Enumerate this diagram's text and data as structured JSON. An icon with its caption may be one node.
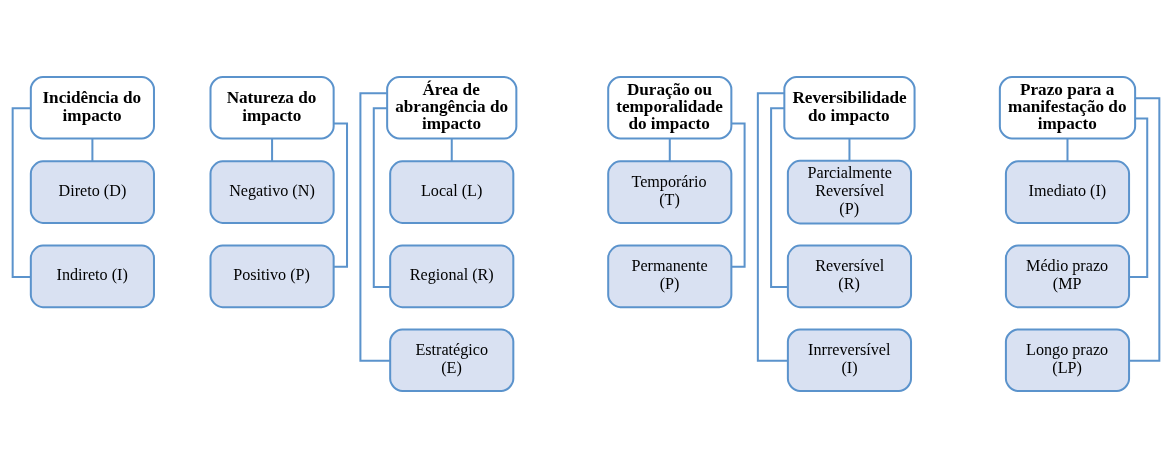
{
  "diagram": {
    "nodes": [
      {
        "text": [
          "Incidência do impacto"
        ]
      },
      {
        "text": [
          "Direto (D)"
        ]
      },
      {
        "text": [
          "Indireto (I)"
        ]
      },
      {
        "text": [
          "Natureza do impacto"
        ]
      },
      {
        "text": [
          "Negativo (N)"
        ]
      },
      {
        "text": [
          "Positivo (P)"
        ]
      },
      {
        "text": [
          "Área de abrangência do impacto"
        ]
      },
      {
        "text": [
          "Local (L)"
        ]
      },
      {
        "text": [
          "Regional (R)"
        ]
      },
      {
        "text": [
          "Estratégico (E)"
        ]
      },
      {
        "text": [
          "Duração ou temporalidade do impacto"
        ]
      },
      {
        "text": [
          "Temporário (T)"
        ]
      },
      {
        "text": [
          "Permanente (P)"
        ]
      },
      {
        "text": [
          "Reversibilidade do impacto"
        ]
      },
      {
        "text": [
          "Parcialmente Reversível (P)"
        ]
      },
      {
        "text": [
          "Reversível (R)"
        ]
      },
      {
        "text": [
          "Inrreversível (I)"
        ]
      },
      {
        "text": [
          "Prazo para a manifestação do impacto"
        ]
      },
      {
        "text": [
          "Imediato (I)"
        ]
      },
      {
        "text": [
          "Médio prazo (MP"
        ]
      },
      {
        "text": [
          "Longo prazo (LP)"
        ]
      }
    ],
    "edges": [
      {
        "from": 0,
        "to": 1,
        "arrow": "none"
      },
      {
        "from": 0,
        "to": 2,
        "arrow": "none"
      },
      {
        "from": 3,
        "to": 4,
        "arrow": "none"
      },
      {
        "from": 3,
        "to": 5,
        "arrow": "none"
      },
      {
        "from": 6,
        "to": 7,
        "arrow": "none"
      },
      {
        "from": 6,
        "to": 8,
        "arrow": "none"
      },
      {
        "from": 6,
        "to": 9,
        "arrow": "none"
      },
      {
        "from": 10,
        "to": 11,
        "arrow": "none"
      },
      {
        "from": 10,
        "to": 12,
        "arrow": "none"
      },
      {
        "from": 13,
        "to": 14,
        "arrow": "none"
      },
      {
        "from": 13,
        "to": 15,
        "arrow": "none"
      },
      {
        "from": 13,
        "to": 16,
        "arrow": "none"
      },
      {
        "from": 17,
        "to": 18,
        "arrow": "none"
      },
      {
        "from": 17,
        "to": 19,
        "arrow": "none"
      },
      {
        "from": 17,
        "to": 20,
        "arrow": "none"
      }
    ]
  }
}
